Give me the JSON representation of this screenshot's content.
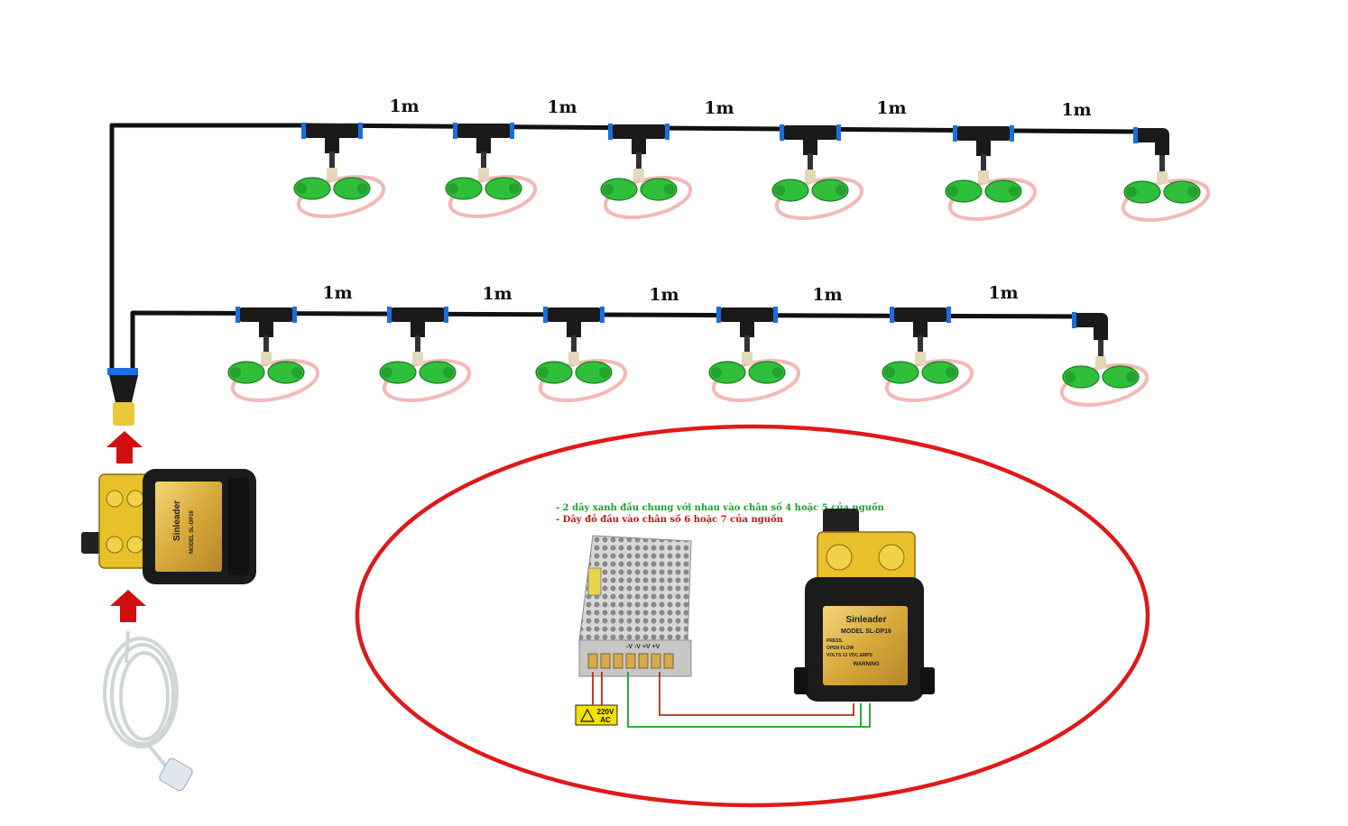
{
  "top_row": {
    "segment_labels": [
      "1m",
      "1m",
      "1m",
      "1m",
      "1m"
    ]
  },
  "bottom_row": {
    "segment_labels": [
      "1m",
      "1m",
      "1m",
      "1m",
      "1m"
    ]
  },
  "wiring_notes": {
    "green_note": "- 2 dây xanh đầu chung với nhau vào chân số 4 hoặc 5 của nguồn",
    "red_note": "- Dây đỏ đầu vào chân số 6 hoặc 7 của nguồn"
  },
  "power_label": {
    "line1": "220V",
    "line2": "AC"
  },
  "pump_brand": "Sinleader",
  "pump_model": "MODEL SL-DP16",
  "pump_spec_rows": [
    "PRESS.",
    "OPEN FLOW",
    "VOLTS  12 VDC   AMPS"
  ],
  "pump_warning": "WARNING",
  "psu_terminals": "-V -V +V +V",
  "colors": {
    "hose": "#111111",
    "nozzle": "#2fbf3a",
    "coupling": "#1a6fe0",
    "ellipse": "#e01919",
    "arrow": "#d01010",
    "green_wire": "#19a02a",
    "red_wire": "#b0301a"
  }
}
